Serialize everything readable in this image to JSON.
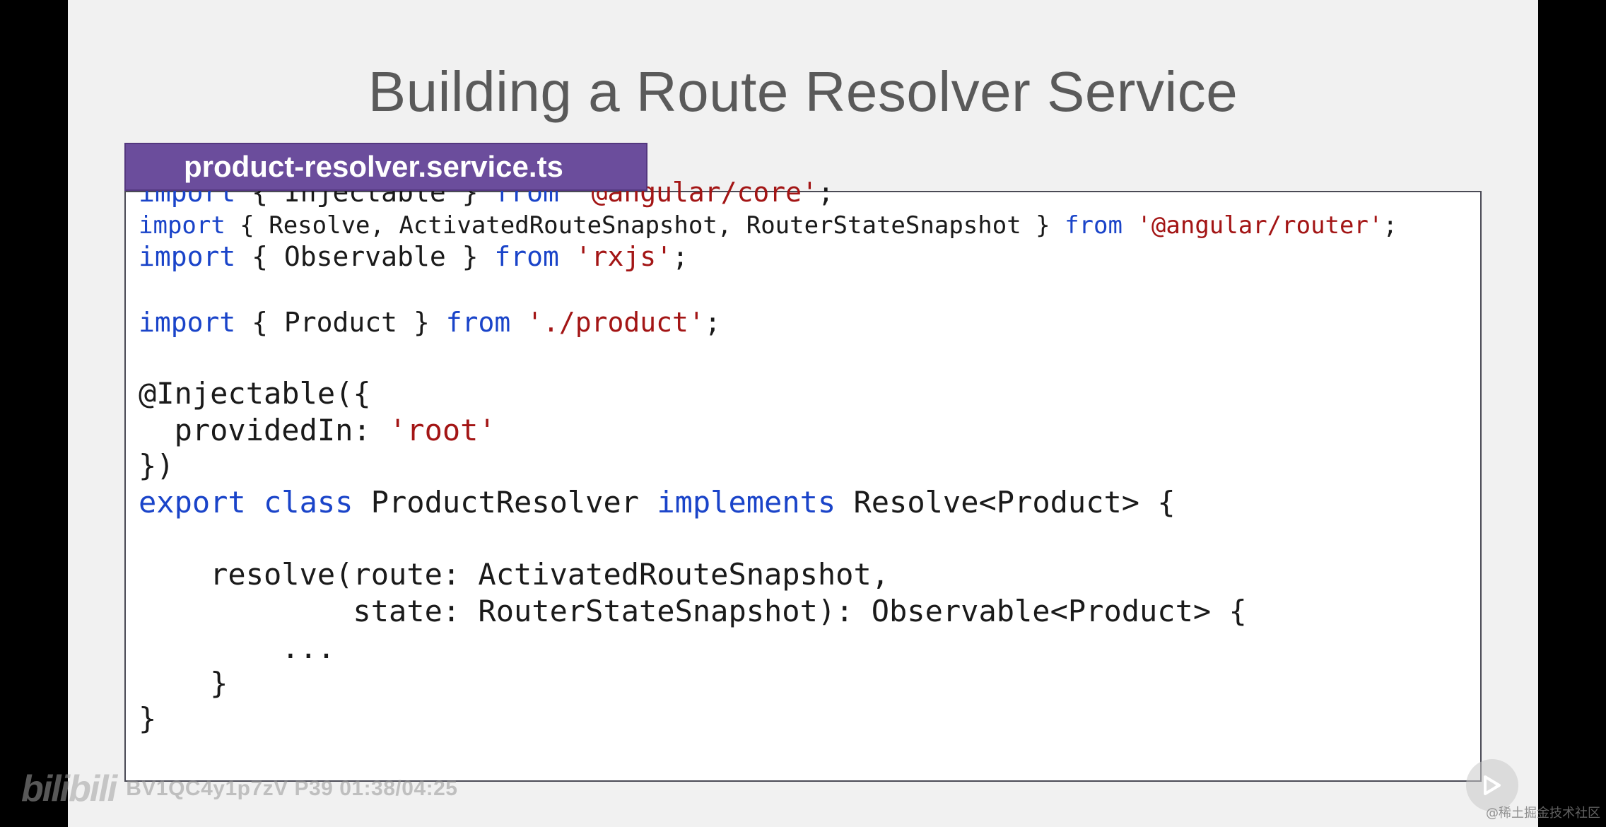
{
  "slide": {
    "title": "Building a Route Resolver Service",
    "file_tab": "product-resolver.service.ts"
  },
  "code_lines": [
    [
      {
        "t": "kw",
        "v": "import"
      },
      {
        "t": "plain",
        "v": " { Injectable } "
      },
      {
        "t": "kw",
        "v": "from"
      },
      {
        "t": "plain",
        "v": " "
      },
      {
        "t": "str",
        "v": "'@angular/core'"
      },
      {
        "t": "plain",
        "v": ";"
      }
    ],
    [
      {
        "t": "kw",
        "v": "import"
      },
      {
        "t": "plain",
        "v": " { Resolve, ActivatedRouteSnapshot, RouterStateSnapshot } "
      },
      {
        "t": "kw",
        "v": "from"
      },
      {
        "t": "plain",
        "v": " "
      },
      {
        "t": "str",
        "v": "'@angular/router'"
      },
      {
        "t": "plain",
        "v": ";"
      }
    ],
    [
      {
        "t": "kw",
        "v": "import"
      },
      {
        "t": "plain",
        "v": " { Observable } "
      },
      {
        "t": "kw",
        "v": "from"
      },
      {
        "t": "plain",
        "v": " "
      },
      {
        "t": "str",
        "v": "'rxjs'"
      },
      {
        "t": "plain",
        "v": ";"
      }
    ],
    [],
    [
      {
        "t": "kw",
        "v": "import"
      },
      {
        "t": "plain",
        "v": " { Product } "
      },
      {
        "t": "kw",
        "v": "from"
      },
      {
        "t": "plain",
        "v": " "
      },
      {
        "t": "str",
        "v": "'./product'"
      },
      {
        "t": "plain",
        "v": ";"
      }
    ],
    [],
    [
      {
        "t": "plain",
        "v": "@Injectable({"
      }
    ],
    [
      {
        "t": "plain",
        "v": "  providedIn: "
      },
      {
        "t": "str",
        "v": "'root'"
      }
    ],
    [
      {
        "t": "plain",
        "v": "})"
      }
    ],
    [
      {
        "t": "kw",
        "v": "export"
      },
      {
        "t": "plain",
        "v": " "
      },
      {
        "t": "kw",
        "v": "class"
      },
      {
        "t": "plain",
        "v": " ProductResolver "
      },
      {
        "t": "kw",
        "v": "implements"
      },
      {
        "t": "plain",
        "v": " Resolve<Product> {"
      }
    ],
    [],
    [
      {
        "t": "plain",
        "v": "    resolve(route: ActivatedRouteSnapshot,"
      }
    ],
    [
      {
        "t": "plain",
        "v": "            state: RouterStateSnapshot): Observable<Product> {"
      }
    ],
    [
      {
        "t": "plain",
        "v": "        ..."
      }
    ],
    [
      {
        "t": "plain",
        "v": "    }"
      }
    ],
    [
      {
        "t": "plain",
        "v": "}"
      }
    ]
  ],
  "watermark": {
    "logo": "bilibili",
    "video_info": "BV1QC4y1p7zV P39 01:38/04:25"
  },
  "credit": "@稀土掘金技术社区",
  "icons": {
    "play": "play-next-icon"
  }
}
